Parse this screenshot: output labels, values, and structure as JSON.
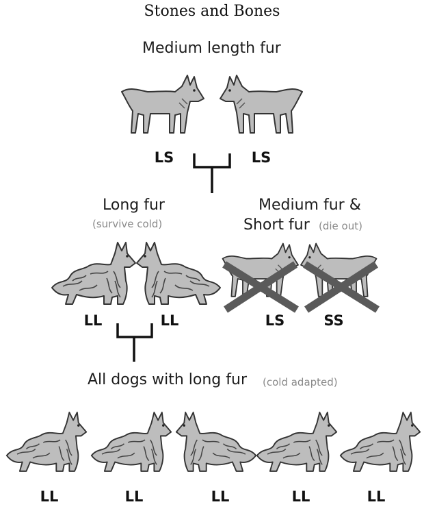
{
  "site_title": "Stones and Bones",
  "parents": {
    "heading": "Medium length fur",
    "left_genotype": "LS",
    "right_genotype": "LS"
  },
  "survivors": {
    "heading": "Long fur",
    "note": "(survive cold)",
    "left_genotype": "LL",
    "right_genotype": "LL"
  },
  "eliminated": {
    "heading_line1": "Medium fur &",
    "heading_line2": "Short fur",
    "note": "(die out)",
    "left_genotype": "LS",
    "right_genotype": "SS"
  },
  "offspring": {
    "heading": "All dogs with long fur",
    "note": "(cold adapted)",
    "genotypes": [
      "LL",
      "LL",
      "LL",
      "LL",
      "LL"
    ]
  }
}
